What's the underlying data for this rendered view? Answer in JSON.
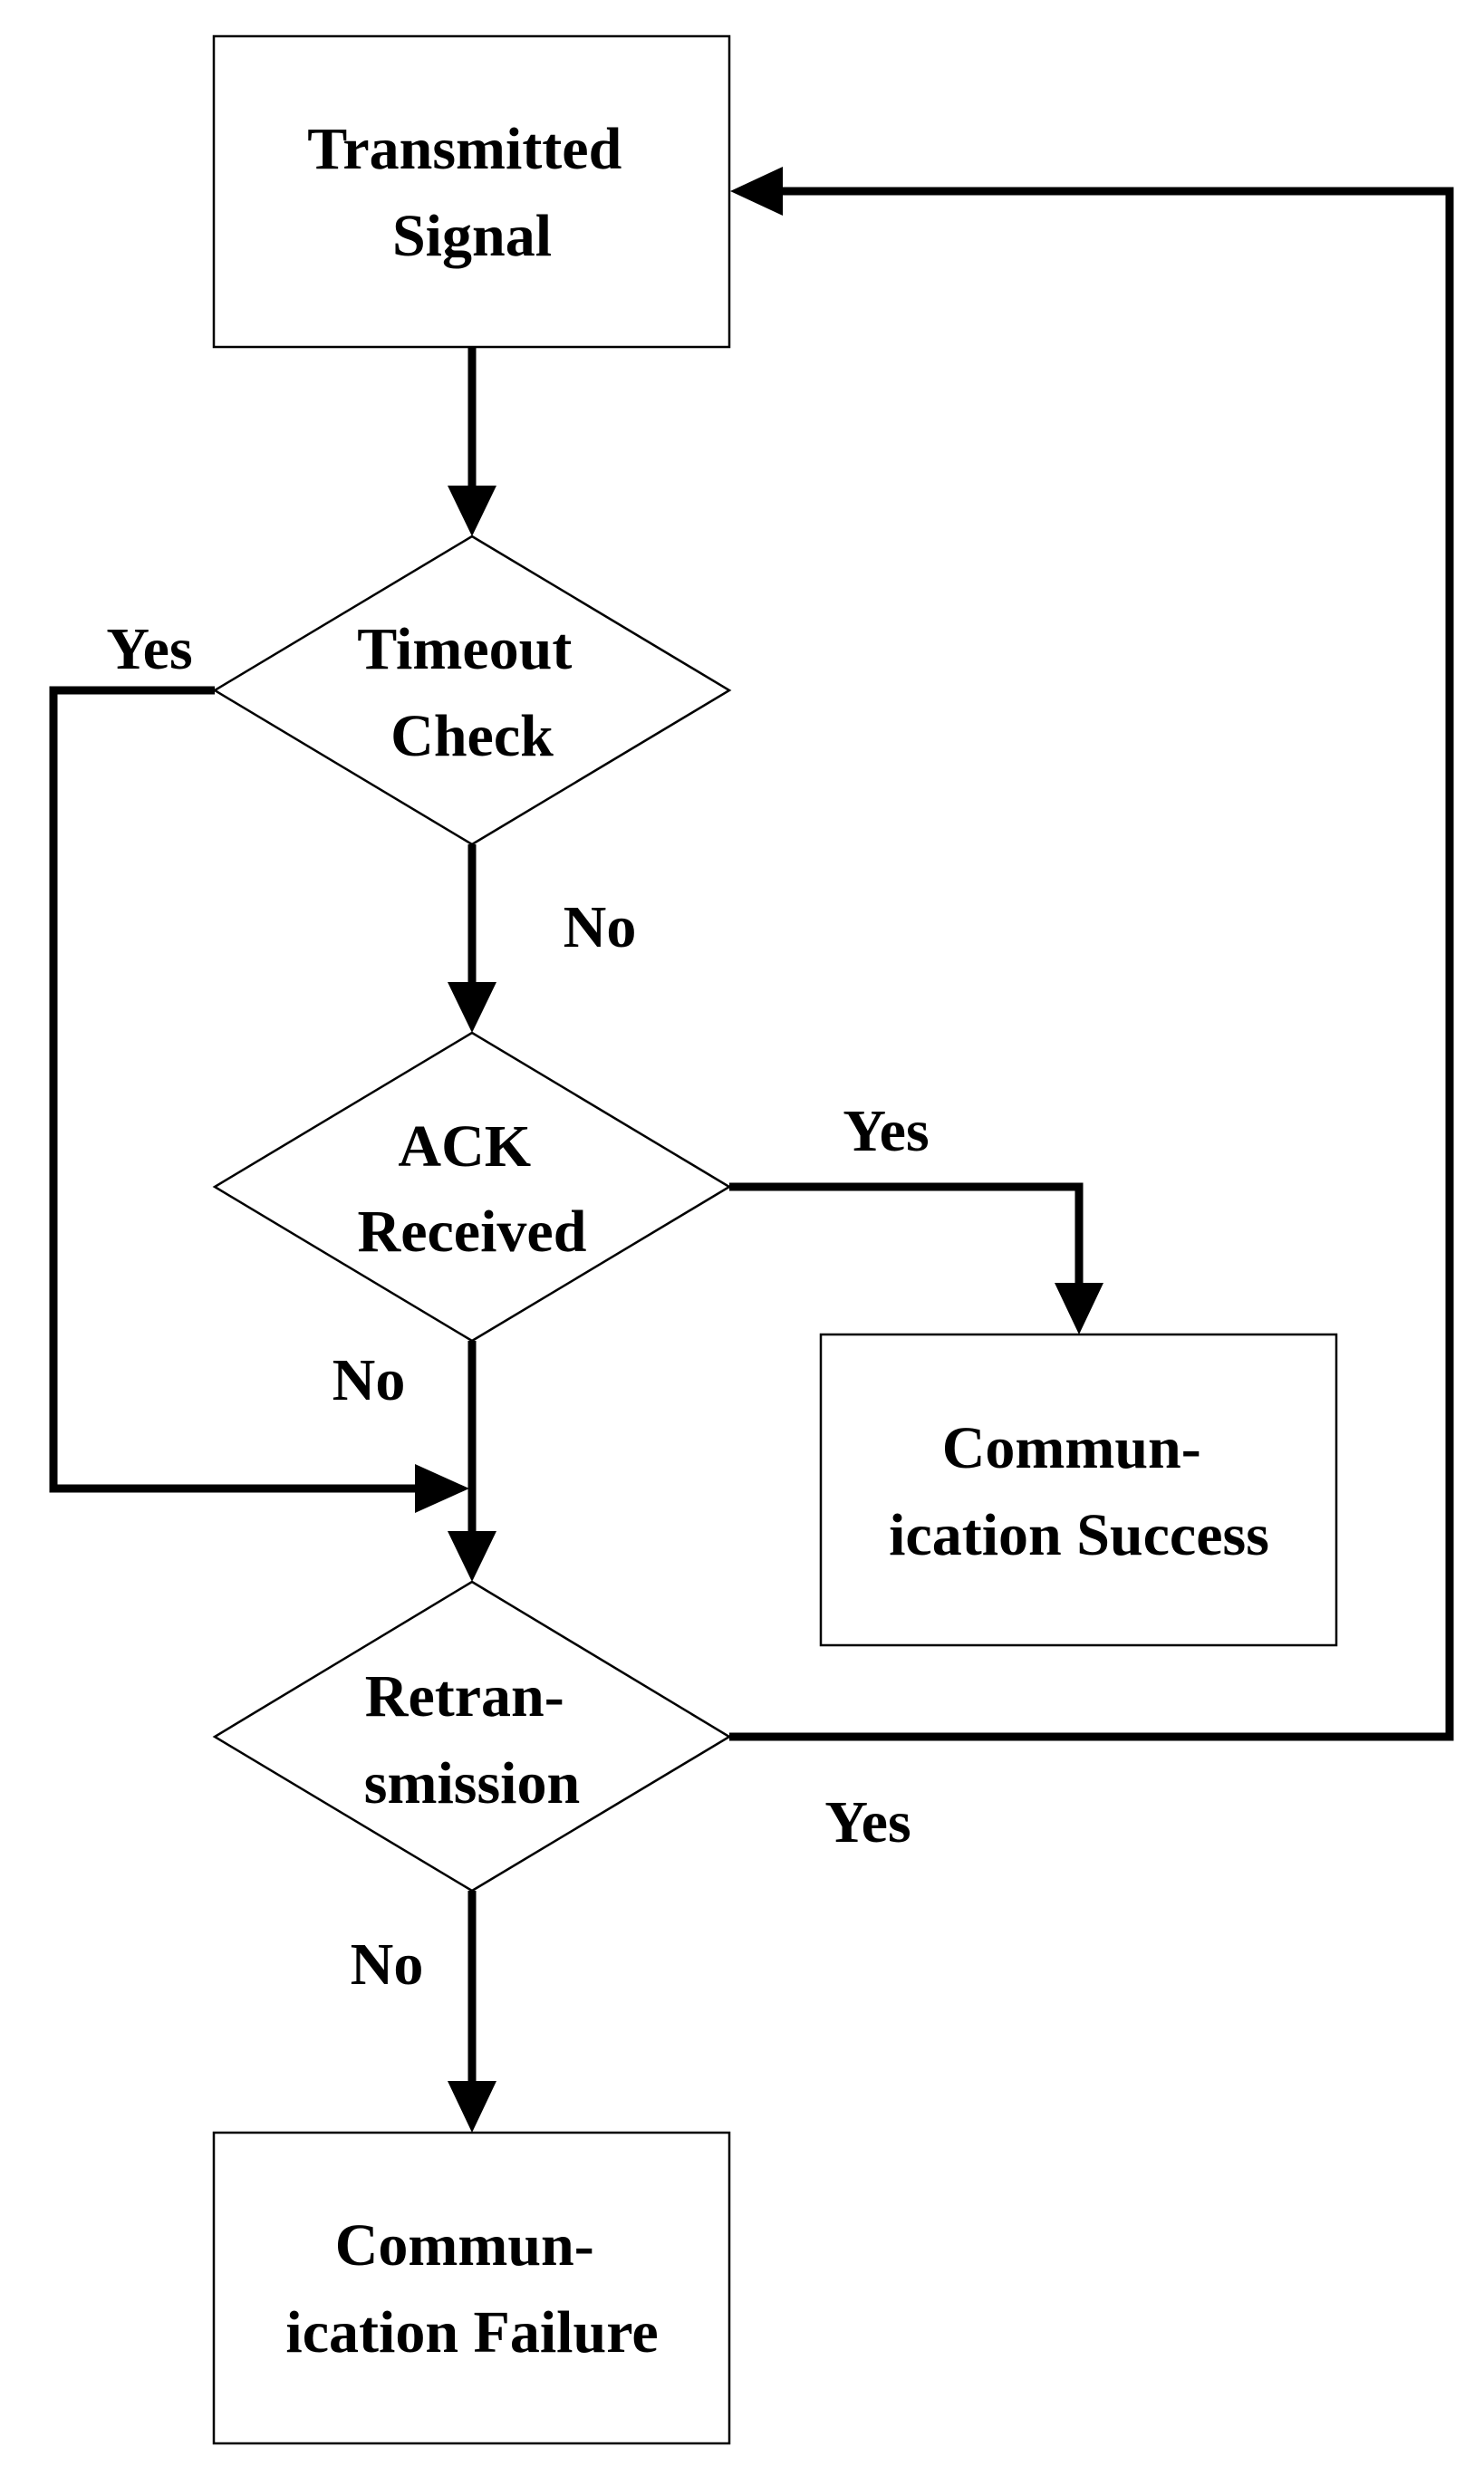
{
  "nodes": {
    "transmitted_signal": {
      "lines": [
        "Transmitted",
        "Signal"
      ]
    },
    "timeout_check": {
      "lines": [
        "Timeout",
        "Check"
      ]
    },
    "ack_received": {
      "lines": [
        "ACK",
        "Received"
      ]
    },
    "communication_success": {
      "lines": [
        "Commun-",
        "ication Success"
      ]
    },
    "retransmission": {
      "lines": [
        "Retran-",
        "smission"
      ]
    },
    "communication_failure": {
      "lines": [
        "Commun-",
        "ication Failure"
      ]
    }
  },
  "edge_labels": {
    "timeout_yes": "Yes",
    "timeout_no": "No",
    "ack_yes": "Yes",
    "ack_no": "No",
    "retrans_yes": "Yes",
    "retrans_no": "No"
  }
}
